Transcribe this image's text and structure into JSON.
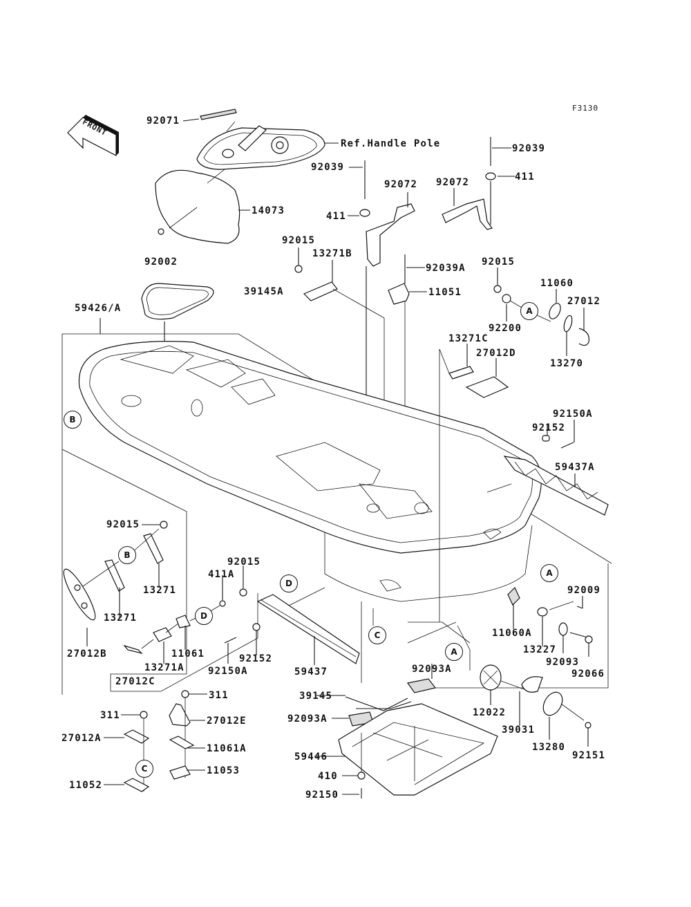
{
  "diagram": {
    "figure_code": "F3130",
    "front_marker": "FRONT",
    "reference_note": "Ref.Handle Pole",
    "section_markers": [
      "A",
      "B",
      "C",
      "D"
    ],
    "part_labels": [
      {
        "id": "p92071",
        "text": "92071"
      },
      {
        "id": "p14073",
        "text": "14073"
      },
      {
        "id": "p92039_1",
        "text": "92039"
      },
      {
        "id": "p92072_1",
        "text": "92072"
      },
      {
        "id": "p411_1",
        "text": "411"
      },
      {
        "id": "p92039_2",
        "text": "92039"
      },
      {
        "id": "p411_2",
        "text": "411"
      },
      {
        "id": "p92072_2",
        "text": "92072"
      },
      {
        "id": "p92015_1",
        "text": "92015"
      },
      {
        "id": "p13271B",
        "text": "13271B"
      },
      {
        "id": "p92039A",
        "text": "92039A"
      },
      {
        "id": "p92015_2",
        "text": "92015"
      },
      {
        "id": "p92002",
        "text": "92002"
      },
      {
        "id": "p39145A",
        "text": "39145A"
      },
      {
        "id": "p11051",
        "text": "11051"
      },
      {
        "id": "p11060",
        "text": "11060"
      },
      {
        "id": "p27012",
        "text": "27012"
      },
      {
        "id": "p92200",
        "text": "92200"
      },
      {
        "id": "p13270",
        "text": "13270"
      },
      {
        "id": "p59426A",
        "text": "59426/A"
      },
      {
        "id": "p13271C",
        "text": "13271C"
      },
      {
        "id": "p27012D",
        "text": "27012D"
      },
      {
        "id": "p92150A_1",
        "text": "92150A"
      },
      {
        "id": "p92152_1",
        "text": "92152"
      },
      {
        "id": "p59437A",
        "text": "59437A"
      },
      {
        "id": "p92015_3",
        "text": "92015"
      },
      {
        "id": "p13271_1",
        "text": "13271"
      },
      {
        "id": "p13271_2",
        "text": "13271"
      },
      {
        "id": "p27012B",
        "text": "27012B"
      },
      {
        "id": "p92015_4",
        "text": "92015"
      },
      {
        "id": "p411A",
        "text": "411A"
      },
      {
        "id": "p11061",
        "text": "11061"
      },
      {
        "id": "p13271A",
        "text": "13271A"
      },
      {
        "id": "p27012C",
        "text": "27012C"
      },
      {
        "id": "p92150A_2",
        "text": "92150A"
      },
      {
        "id": "p92152_2",
        "text": "92152"
      },
      {
        "id": "p59437",
        "text": "59437"
      },
      {
        "id": "p92009",
        "text": "92009"
      },
      {
        "id": "p11060A",
        "text": "11060A"
      },
      {
        "id": "p13227",
        "text": "13227"
      },
      {
        "id": "p92093",
        "text": "92093"
      },
      {
        "id": "p92066",
        "text": "92066"
      },
      {
        "id": "p92093A_1",
        "text": "92093A"
      },
      {
        "id": "p39145",
        "text": "39145"
      },
      {
        "id": "p92093A_2",
        "text": "92093A"
      },
      {
        "id": "p12022",
        "text": "12022"
      },
      {
        "id": "p39031",
        "text": "39031"
      },
      {
        "id": "p13280",
        "text": "13280"
      },
      {
        "id": "p92151",
        "text": "92151"
      },
      {
        "id": "p59446",
        "text": "59446"
      },
      {
        "id": "p410",
        "text": "410"
      },
      {
        "id": "p92150",
        "text": "92150"
      },
      {
        "id": "p311_1",
        "text": "311"
      },
      {
        "id": "p27012E",
        "text": "27012E"
      },
      {
        "id": "p311_2",
        "text": "311"
      },
      {
        "id": "p27012A",
        "text": "27012A"
      },
      {
        "id": "p11061A",
        "text": "11061A"
      },
      {
        "id": "p11053",
        "text": "11053"
      },
      {
        "id": "p11052",
        "text": "11052"
      }
    ]
  }
}
